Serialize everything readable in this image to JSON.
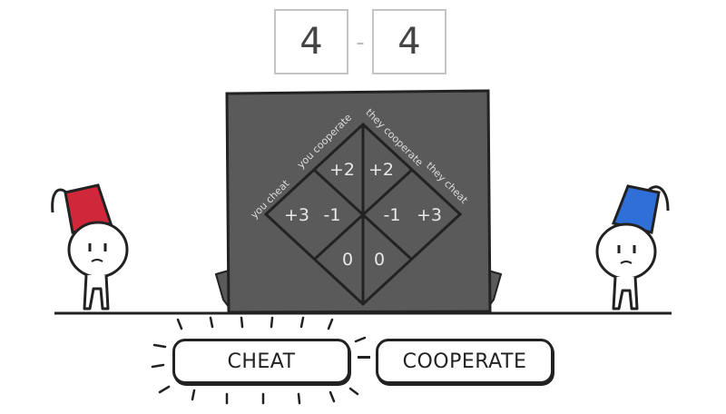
{
  "score": {
    "left": "4",
    "separator": "-",
    "right": "4"
  },
  "board": {
    "labels": {
      "you_cheat": "you cheat",
      "you_cooperate": "you cooperate",
      "they_cooperate": "they cooperate",
      "they_cheat": "they cheat"
    },
    "cells": {
      "cc_you": "+2",
      "cc_they": "+2",
      "you_cheat_gain": "+3",
      "you_cheat_loss": "-1",
      "they_cheat_loss": "-1",
      "they_cheat_gain": "+3",
      "dd_you": "0",
      "dd_they": "0"
    }
  },
  "buttons": {
    "cheat": "CHEAT",
    "cooperate": "COOPERATE"
  },
  "colors": {
    "board": "#5a5a5a",
    "left_hat": "#d0283a",
    "right_hat": "#2f6fd8",
    "ink": "#222222"
  }
}
